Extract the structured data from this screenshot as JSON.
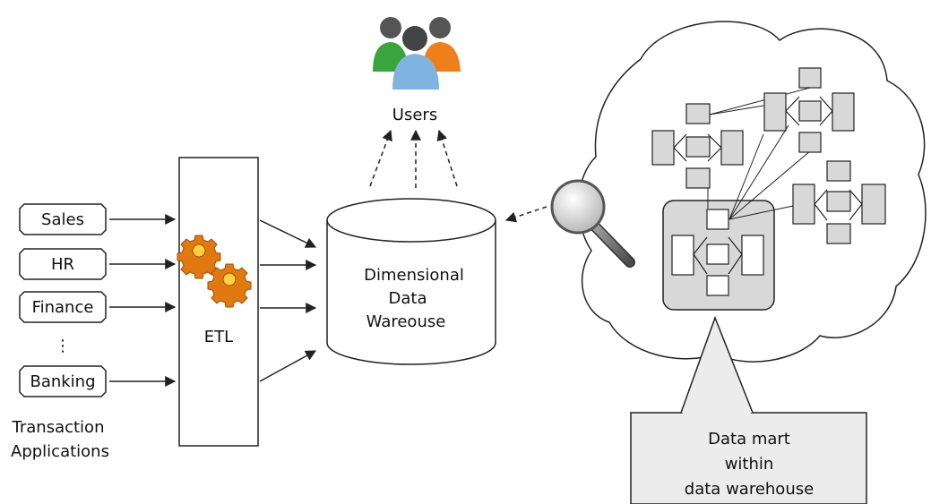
{
  "sources": [
    "Sales",
    "HR",
    "Finance",
    "⋮",
    "Banking"
  ],
  "sources_caption": [
    "Transaction",
    "Applications"
  ],
  "etl_label": "ETL",
  "warehouse_label": [
    "Dimensional",
    "Data",
    "Wareouse"
  ],
  "users_label": "Users",
  "callout_text": [
    "Data mart",
    "within",
    "data warehouse"
  ],
  "colors": {
    "stroke": "#222222",
    "gear": "#e07a10",
    "gear_center": "#ffd040",
    "cloud_box_fill": "#d8d8d8",
    "callout_fill": "#ececec",
    "user_green": "#3aa53a",
    "user_blue": "#7fb4e0",
    "user_orange": "#ef7f1a",
    "user_skin": "#555555"
  },
  "icons": [
    "gear-icon",
    "users-icon",
    "magnifier-icon",
    "cloud-shape",
    "callout-shape"
  ]
}
